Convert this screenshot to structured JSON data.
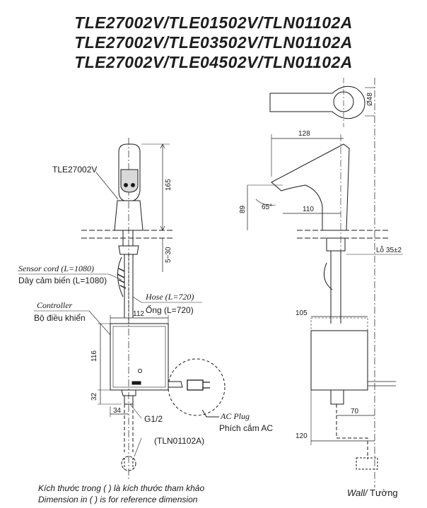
{
  "titles": [
    "TLE27002V/TLE01502V/TLN01102A",
    "TLE27002V/TLE03502V/TLN01102A",
    "TLE27002V/TLE04502V/TLN01102A"
  ],
  "front_view": {
    "model_label": "TLE27002V",
    "sensor_cord_en": "Sensor cord (L=1080)",
    "sensor_cord_vi": "Dây cảm biến (L=1080)",
    "hose_en": "Hose (L=720)",
    "hose_vi": "Ống (L=720)",
    "controller_en": "Controller",
    "controller_vi": "Bộ điều khiển",
    "ac_plug_en": "AC Plug",
    "ac_plug_vi": "Phích cắm AC",
    "thread": "G1/2",
    "valve_label": "(TLN01102A)",
    "dim_height": "165",
    "dim_deck": "5~30",
    "dim_ctrl_width": "112",
    "dim_ctrl_height": "116",
    "dim_bottom": "32",
    "dim_offset": "34"
  },
  "side_view": {
    "dim_diameter": "Ø48",
    "dim_reach": "128",
    "dim_spout": "110",
    "dim_height": "89",
    "dim_angle": "65°",
    "dim_hole": "Lỗ 35±2",
    "dim_ctrl_depth": "105",
    "dim_wall": "70",
    "dim_depth": "120"
  },
  "notes": [
    "Kích thước trong ( ) là kích thước tham khảo",
    "Dimension in ( ) is for reference dimension"
  ],
  "wall_label_en": "Wall/",
  "wall_label_vi": " Tường"
}
